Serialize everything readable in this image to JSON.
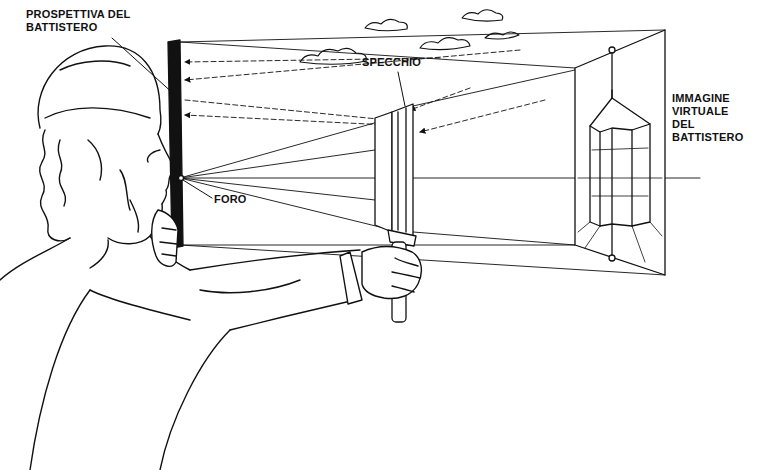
{
  "diagram": {
    "labels": [
      "PROSPETTIVA DEL BATTISTERO",
      "SPECCHIO",
      "FORO",
      "IMMAGINE VIRTUALE DEL BATTISTERO"
    ]
  }
}
